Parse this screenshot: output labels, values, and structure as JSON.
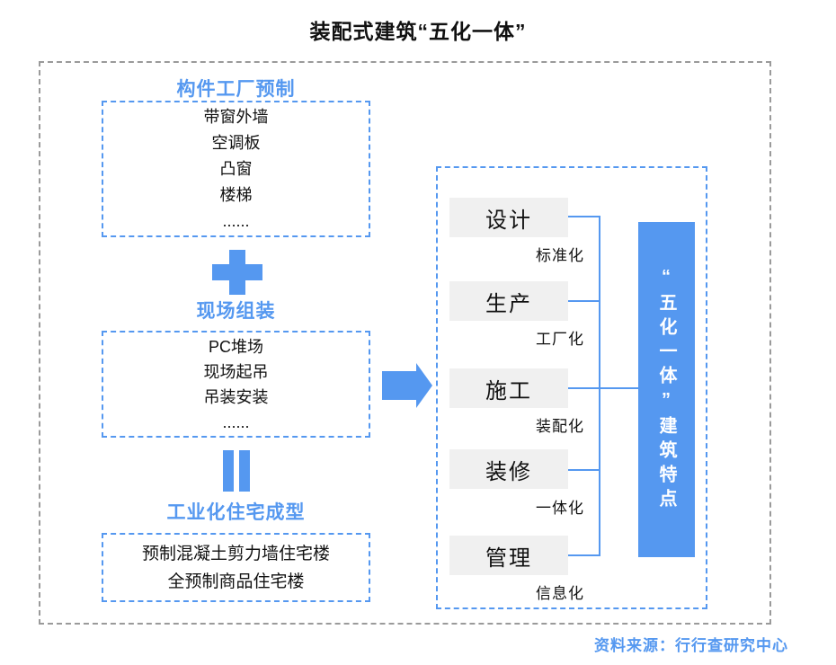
{
  "title": "装配式建筑“五化一体”",
  "colors": {
    "accent_blue": "#5598F0",
    "frame_gray": "#9a9a9a",
    "stage_box_gray": "#f0f0f0"
  },
  "left_flow": {
    "factory": {
      "heading": "构件工厂预制",
      "items": [
        "带窗外墙",
        "空调板",
        "凸窗",
        "楼梯",
        "......"
      ]
    },
    "site": {
      "heading": "现场组装",
      "items": [
        "PC堆场",
        "现场起吊",
        "吊装安装",
        "......"
      ]
    },
    "industrial": {
      "heading": "工业化住宅成型",
      "items": [
        "预制混凝土剪力墙住宅楼",
        "全预制商品住宅楼"
      ]
    },
    "operators": {
      "plus_icon": "plus-icon",
      "equals_icon": "equals-icon",
      "arrow_icon": "arrow-right-icon"
    }
  },
  "right_panel": {
    "stages": [
      {
        "label": "设计",
        "tag": "标准化"
      },
      {
        "label": "生产",
        "tag": "工厂化"
      },
      {
        "label": "施工",
        "tag": "装配化"
      },
      {
        "label": "装修",
        "tag": "一体化"
      },
      {
        "label": "管理",
        "tag": "信息化"
      }
    ],
    "summary": "“五化一体”建筑特点"
  },
  "source": "资料来源：行行查研究中心"
}
